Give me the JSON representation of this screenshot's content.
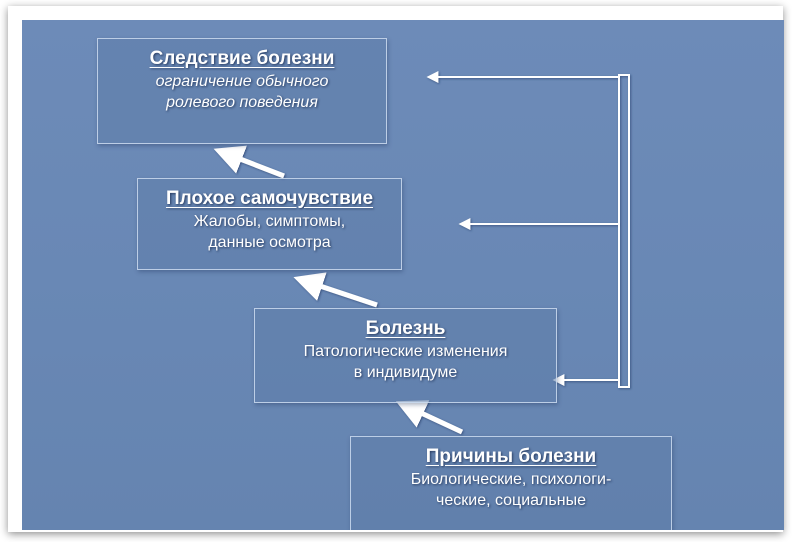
{
  "diagram": {
    "boxes": {
      "consequence": {
        "title": "Следствие болезни",
        "subtitle": "ограничение обычного\nролевого поведения"
      },
      "feeling": {
        "title": "Плохое самочувствие",
        "subtitle": "Жалобы, симптомы,\nданные осмотра"
      },
      "disease": {
        "title": "Болезнь",
        "subtitle": "Патологические изменения\nв индивидуме"
      },
      "causes": {
        "title": "Причины болезни",
        "subtitle": "Биологические, психологи-\nческие, социальные"
      }
    },
    "colors": {
      "background": "#6a88b5",
      "box_fill": "#5f7daa",
      "border": "#cddcf0",
      "text": "#ffffff",
      "arrow": "#ffffff"
    }
  }
}
